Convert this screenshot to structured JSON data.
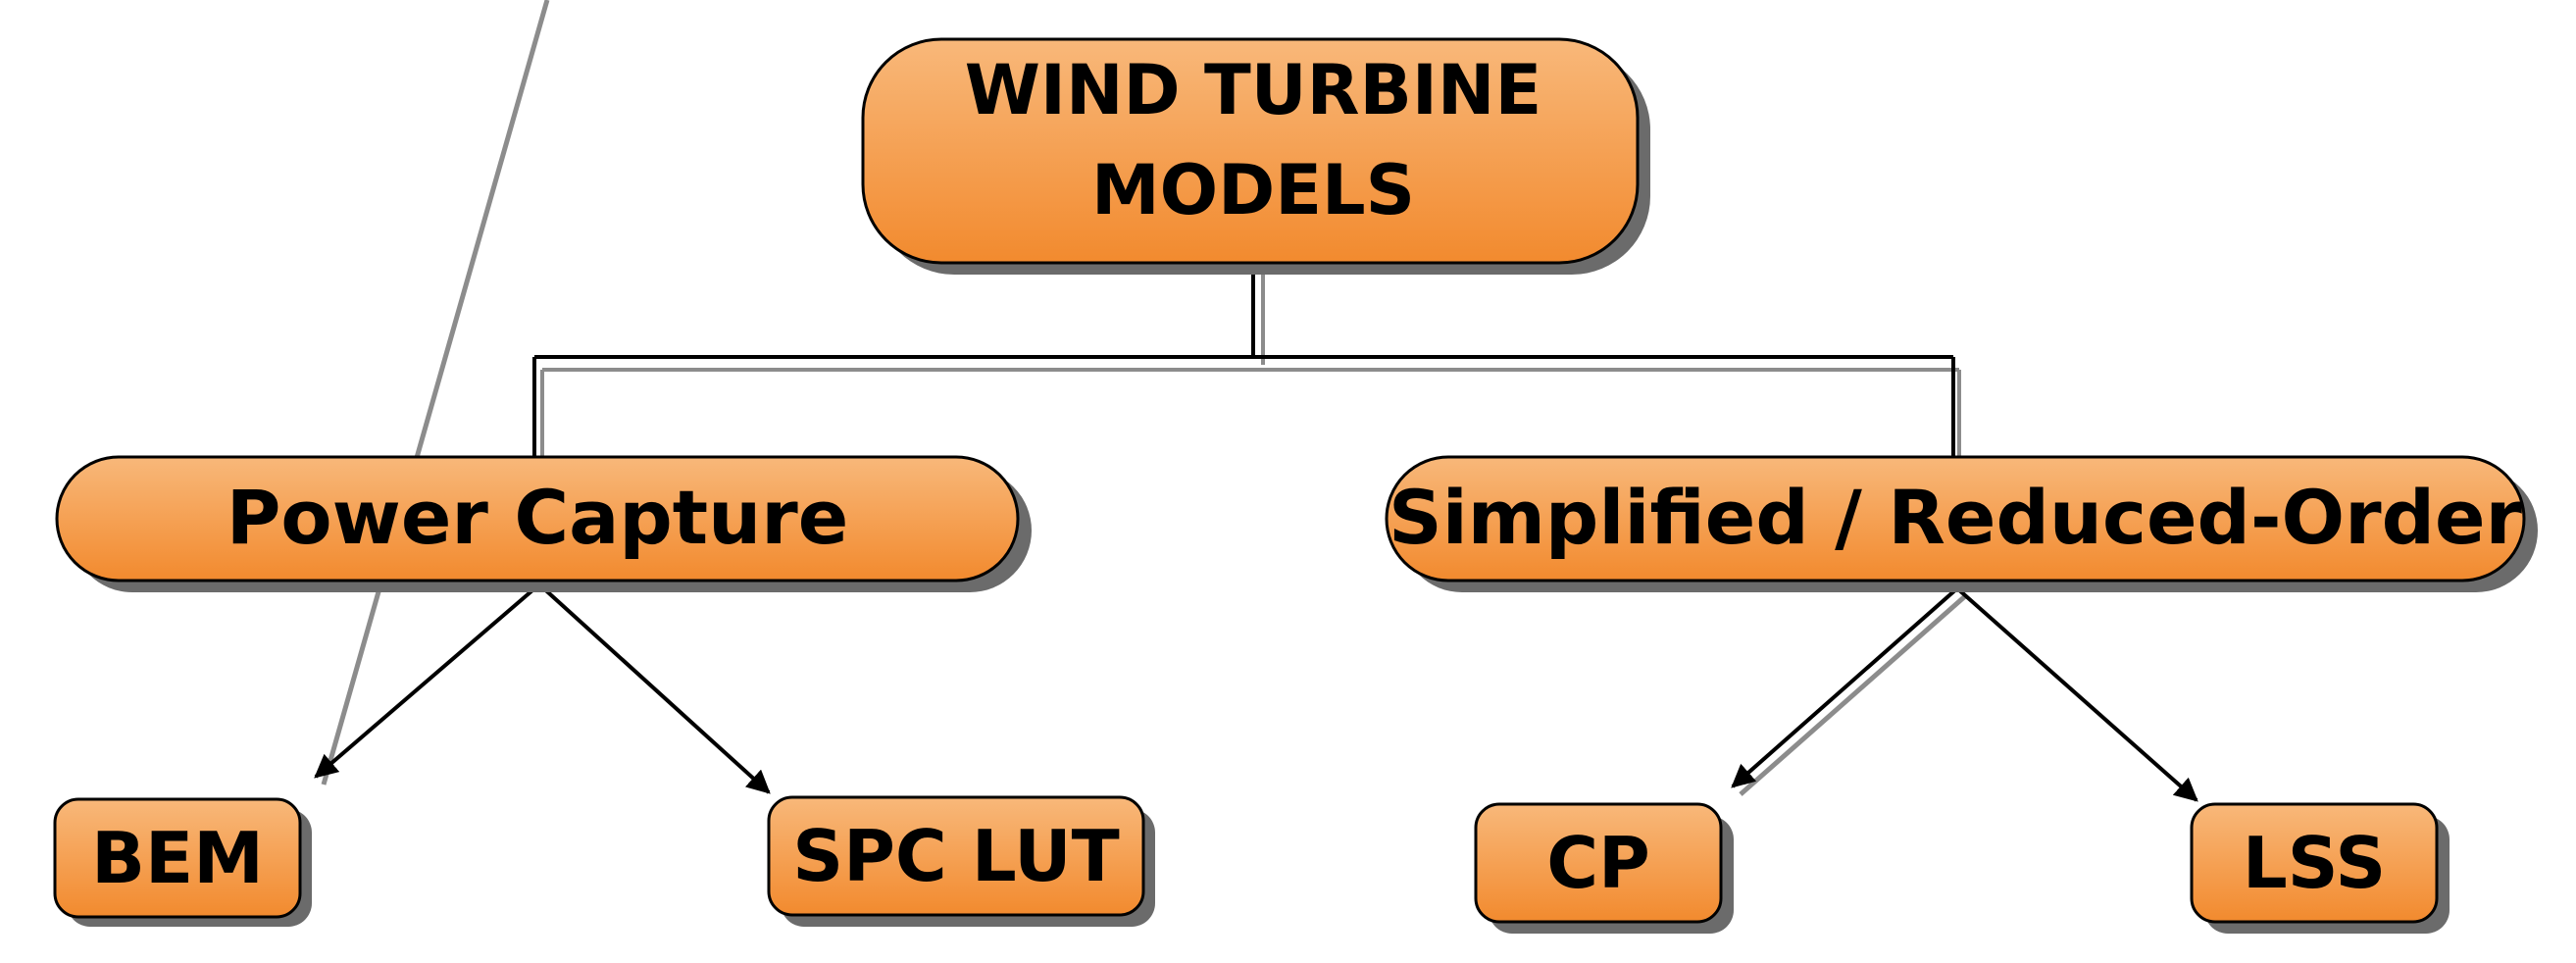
{
  "diagram": {
    "root": {
      "line1": "WIND TURBINE",
      "line2": "MODELS"
    },
    "branches": [
      {
        "label": "Power Capture",
        "children": [
          "BEM",
          "SPC LUT"
        ]
      },
      {
        "label": "Simplified / Reduced-Order",
        "children": [
          "CP",
          "LSS"
        ]
      }
    ]
  },
  "colors": {
    "box_fill_light": "#F8B87A",
    "box_fill_dark": "#F28A2E",
    "box_stroke": "#000000",
    "shadow": "#6b6b6b",
    "connector": "#000000"
  }
}
